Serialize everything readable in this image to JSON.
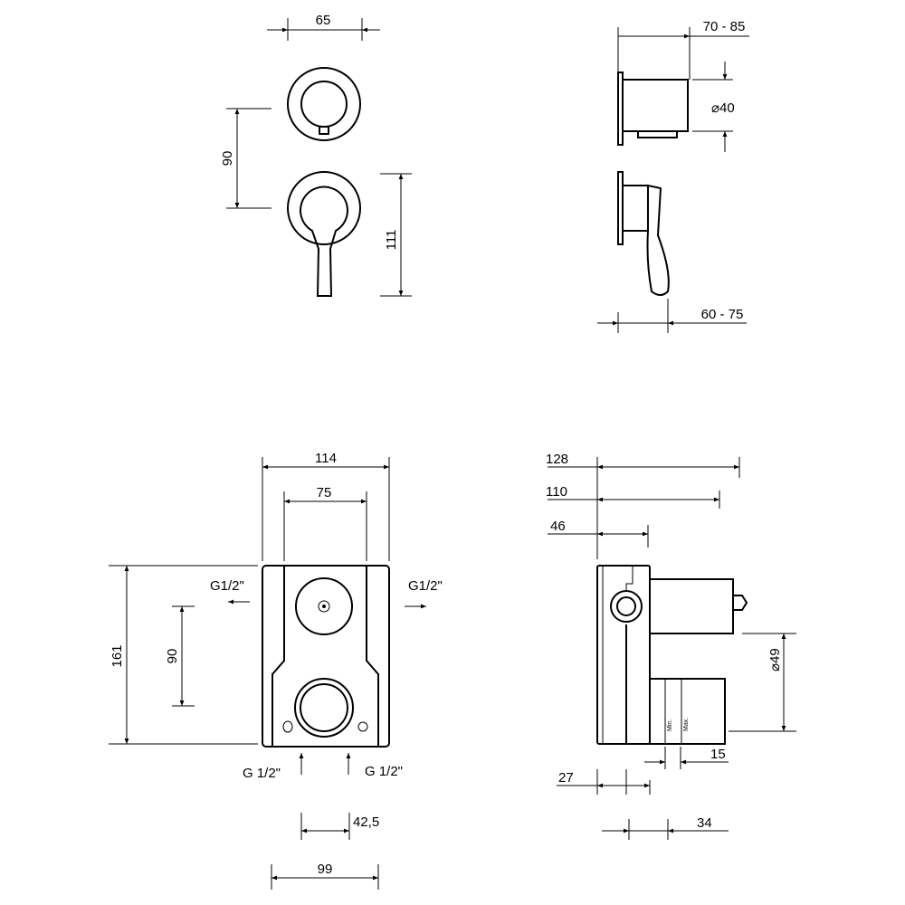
{
  "front_view": {
    "width": "65",
    "height_between_centers": "90",
    "height_total": "111"
  },
  "side_view": {
    "depth_top": "70 - 85",
    "diameter": "⌀40",
    "depth_bottom": "60 - 75"
  },
  "box_front": {
    "width_total": "114",
    "width_inner": "75",
    "height_total": "161",
    "height_centers": "90",
    "outlet_left": "G1/2\"",
    "outlet_right": "G1/2\"",
    "inlet_left": "G 1/2\"",
    "inlet_right": "G 1/2\"",
    "offset": "42,5",
    "width_bottom": "99"
  },
  "box_side": {
    "depth_128": "128",
    "depth_110": "110",
    "depth_46": "46",
    "diameter": "⌀49",
    "dim_15": "15",
    "dim_27": "27",
    "dim_34": "34",
    "label_min": "Min.",
    "label_max": "Max."
  }
}
